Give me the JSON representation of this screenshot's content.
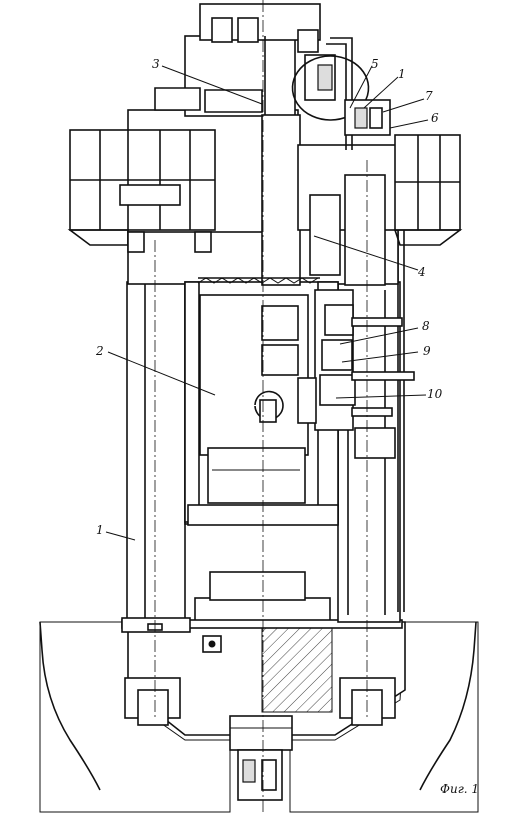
{
  "figure": {
    "caption": "Фиг. 1",
    "callouts": [
      {
        "id": "3",
        "text": "3"
      },
      {
        "id": "5",
        "text": "5"
      },
      {
        "id": "1a",
        "text": "1"
      },
      {
        "id": "7",
        "text": "7"
      },
      {
        "id": "6",
        "text": "6"
      },
      {
        "id": "4",
        "text": "4"
      },
      {
        "id": "2",
        "text": "2"
      },
      {
        "id": "8",
        "text": "8"
      },
      {
        "id": "9",
        "text": "9"
      },
      {
        "id": "10",
        "text": "10"
      },
      {
        "id": "1b",
        "text": "1"
      }
    ]
  }
}
